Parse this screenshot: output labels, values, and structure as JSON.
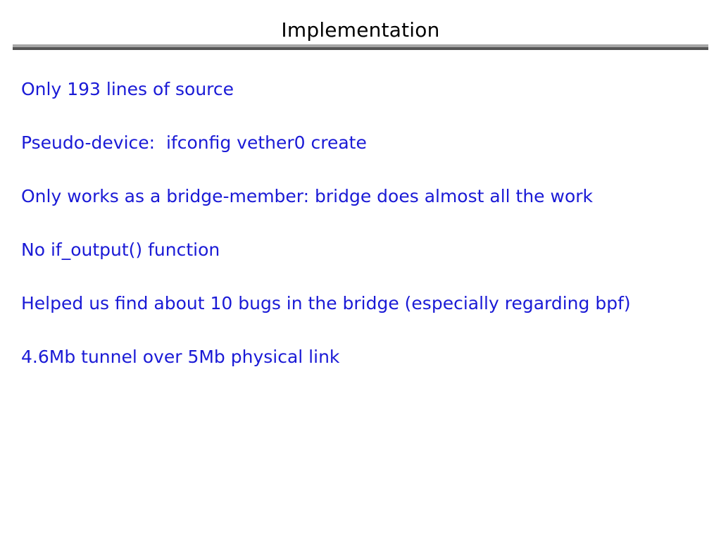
{
  "slide": {
    "title": "Implementation",
    "title_color": "#000000",
    "body_color": "#1a1ad6",
    "background_color": "#ffffff",
    "rule_light_color": "#a6a6a6",
    "rule_dark_color": "#555555",
    "lines": [
      "Only 193 lines of source",
      "Pseudo-device:  ifconfig vether0 create",
      "Only works as a bridge-member: bridge does almost all the work",
      "No if_output() function",
      "Helped us find about 10 bugs in the bridge (especially regarding bpf)",
      "4.6Mb tunnel over 5Mb physical link"
    ]
  }
}
